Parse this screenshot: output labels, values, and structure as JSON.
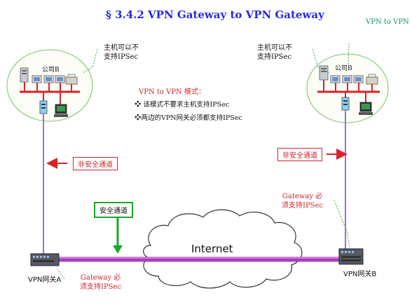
{
  "title": "§ 3.4.2  VPN Gateway to VPN Gateway",
  "corner_label": "VPN  to VPN",
  "left_host_note": {
    "line1": "主机可以不",
    "line2": "支持IPSec"
  },
  "right_host_note": {
    "line1": "主机可以不",
    "line2": "支持IPSec"
  },
  "left_company_label": "公司B",
  "right_company_label": "公司B",
  "vpn_mode": {
    "title": "VPN  to VPN 模式：",
    "items": [
      "❖ 该模式不要求主机支持IPSec",
      "❖两边的VPN网关必须都支持IPSec"
    ]
  },
  "left_insecure_label": "非安全通道",
  "right_insecure_label": "非安全通道",
  "secure_label": "安全通道",
  "right_gateway_note": {
    "line1": "Gateway 必",
    "line2": "须支持IPSec"
  },
  "left_gateway_note": {
    "line1": "Gateway 必",
    "line2": "须支持IPSec"
  },
  "internet_label": "Internet",
  "vpn_gateway_a": "VPN网关A",
  "vpn_gateway_b": "VPN网关B",
  "colors": {
    "title": "#2a2ad8",
    "red_label": "#c8282e",
    "purple_line": "#8a3fb0",
    "green_box": "#1aa72a",
    "ellipse_edge": "#7ac06a"
  }
}
